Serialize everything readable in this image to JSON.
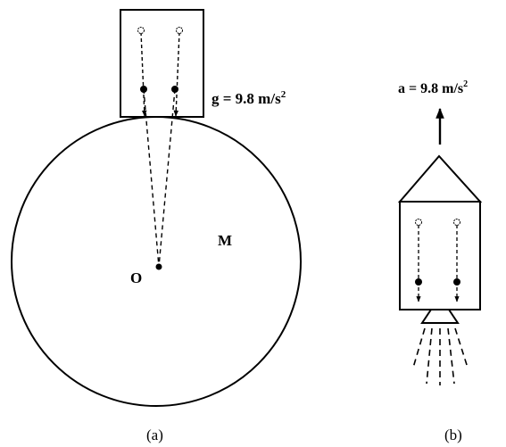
{
  "figure_a": {
    "gravity_label": "g = 9.8 m/s",
    "gravity_exponent": "2",
    "mass_label": "M",
    "center_label": "O",
    "caption": "(a)"
  },
  "figure_b": {
    "accel_label": "a = 9.8 m/s",
    "accel_exponent": "2",
    "caption": "(b)"
  },
  "colors": {
    "ink": "#000000",
    "background": "#ffffff"
  }
}
